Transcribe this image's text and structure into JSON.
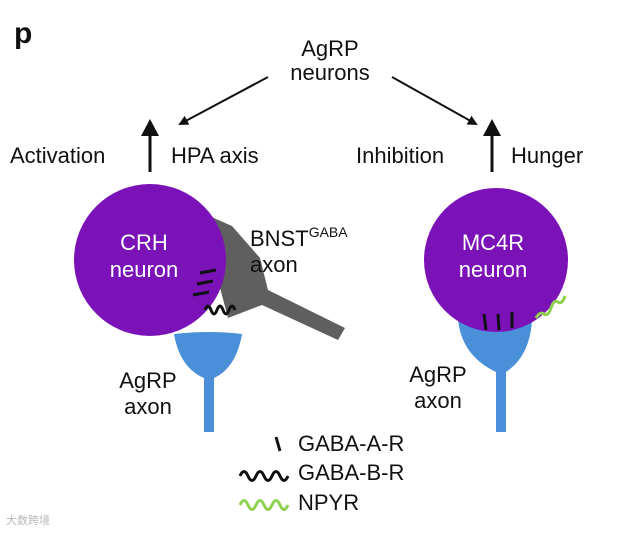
{
  "panel_letter": "p",
  "top_node": {
    "line1": "AgRP",
    "line2": "neurons"
  },
  "left_branch": {
    "effect": "Activation",
    "target": "HPA axis"
  },
  "right_branch": {
    "effect": "Inhibition",
    "target": "Hunger"
  },
  "crh_neuron": {
    "line1": "CRH",
    "line2": "neuron"
  },
  "mc4r_neuron": {
    "line1": "MC4R",
    "line2": "neuron"
  },
  "bnst": {
    "base": "BNST",
    "superscript": "GABA",
    "line2": "axon"
  },
  "agrp_axon_left": {
    "line1": "AgRP",
    "line2": "axon"
  },
  "agrp_axon_right": {
    "line1": "AgRP",
    "line2": "axon"
  },
  "legend": {
    "gaba_a": "GABA-A-R",
    "gaba_b": "GABA-B-R",
    "npyr": "NPYR"
  },
  "colors": {
    "neuron_fill": "#7a12b8",
    "agrp_axon": "#4a90d9",
    "bnst_axon": "#5f5f5f",
    "npyr": "#8fd14f",
    "receptor": "#111111"
  },
  "watermark": "大数跨境"
}
